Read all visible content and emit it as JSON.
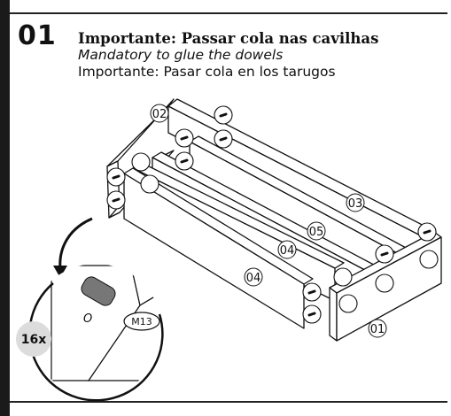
{
  "step": {
    "number": "01"
  },
  "instructions": {
    "pt": "Importante: Passar cola nas cavilhas",
    "en": "Mandatory to glue the dowels",
    "es": "Importante: Pasar cola en los tarugos"
  },
  "parts": {
    "p01": "01",
    "p02": "02",
    "p03": "03",
    "p04_inner": "04",
    "p04_front": "04",
    "p05": "05"
  },
  "detail": {
    "quantity": "16x",
    "dowel_code": "M13",
    "hole_mark": "O"
  }
}
